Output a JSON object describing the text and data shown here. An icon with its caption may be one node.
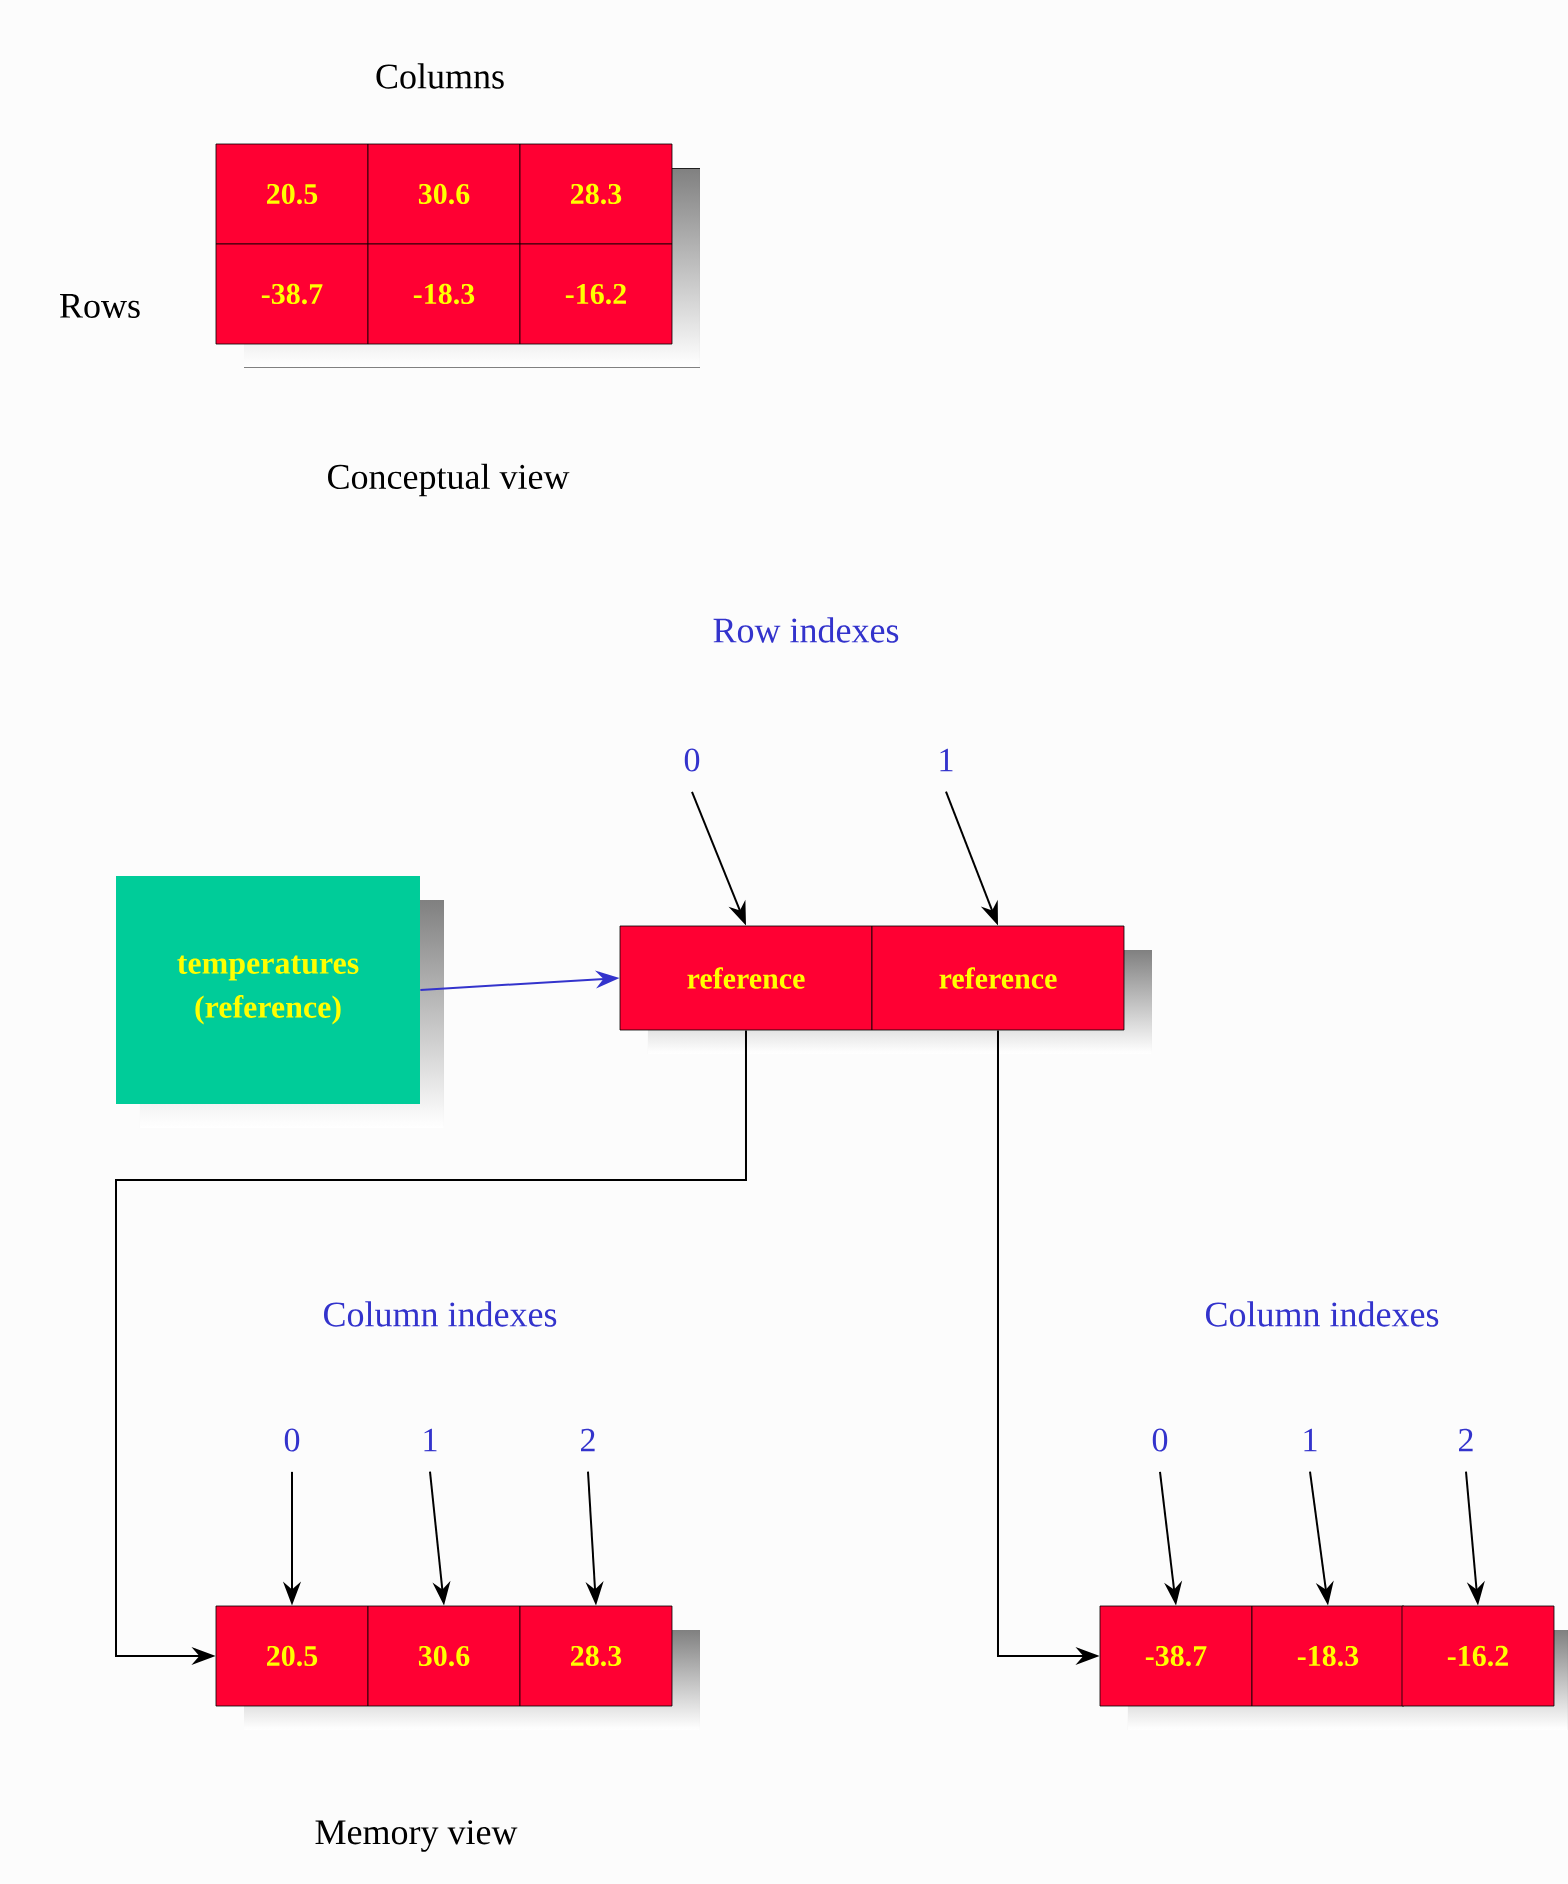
{
  "diagram": {
    "nodes": [
      {
        "text": [
          "20.5"
        ]
      },
      {
        "text": [
          "30.6"
        ]
      },
      {
        "text": [
          "28.3"
        ]
      },
      {
        "text": [
          "-38.7"
        ]
      },
      {
        "text": [
          "-18.3"
        ]
      },
      {
        "text": [
          "-16.2"
        ]
      },
      {
        "text": [
          "0"
        ]
      },
      {
        "text": [
          "1"
        ]
      },
      {
        "text": [
          "temperatures (reference)"
        ]
      },
      {
        "text": [
          "reference"
        ]
      },
      {
        "text": [
          "reference"
        ]
      },
      {
        "text": [
          "0"
        ]
      },
      {
        "text": [
          "1"
        ]
      },
      {
        "text": [
          "2"
        ]
      },
      {
        "text": [
          "0"
        ]
      },
      {
        "text": [
          "1"
        ]
      },
      {
        "text": [
          "2"
        ]
      },
      {
        "text": [
          "20.5"
        ]
      },
      {
        "text": [
          "30.6"
        ]
      },
      {
        "text": [
          "28.3"
        ]
      },
      {
        "text": [
          "-38.7"
        ]
      },
      {
        "text": [
          "-18.3"
        ]
      },
      {
        "text": [
          "-16.2"
        ]
      }
    ],
    "edges": [
      {
        "from": 6,
        "to": 9,
        "arrow": "to"
      },
      {
        "from": 7,
        "to": 10,
        "arrow": "to"
      },
      {
        "from": 8,
        "to": 9,
        "arrow": "to",
        "color": "#3333cc"
      },
      {
        "from": 9,
        "to": 17,
        "arrow": "to"
      },
      {
        "from": 10,
        "to": 20,
        "arrow": "to"
      },
      {
        "from": 11,
        "to": 17,
        "arrow": "to"
      },
      {
        "from": 12,
        "to": 18,
        "arrow": "to"
      },
      {
        "from": 13,
        "to": 19,
        "arrow": "to"
      },
      {
        "from": 14,
        "to": 20,
        "arrow": "to"
      },
      {
        "from": 15,
        "to": 21,
        "arrow": "to"
      },
      {
        "from": 16,
        "to": 22,
        "arrow": "to"
      }
    ],
    "labels": [
      "Columns",
      "Rows",
      "Conceptual view",
      "Row indexes",
      "Column indexes",
      "Column indexes",
      "Memory view"
    ]
  }
}
